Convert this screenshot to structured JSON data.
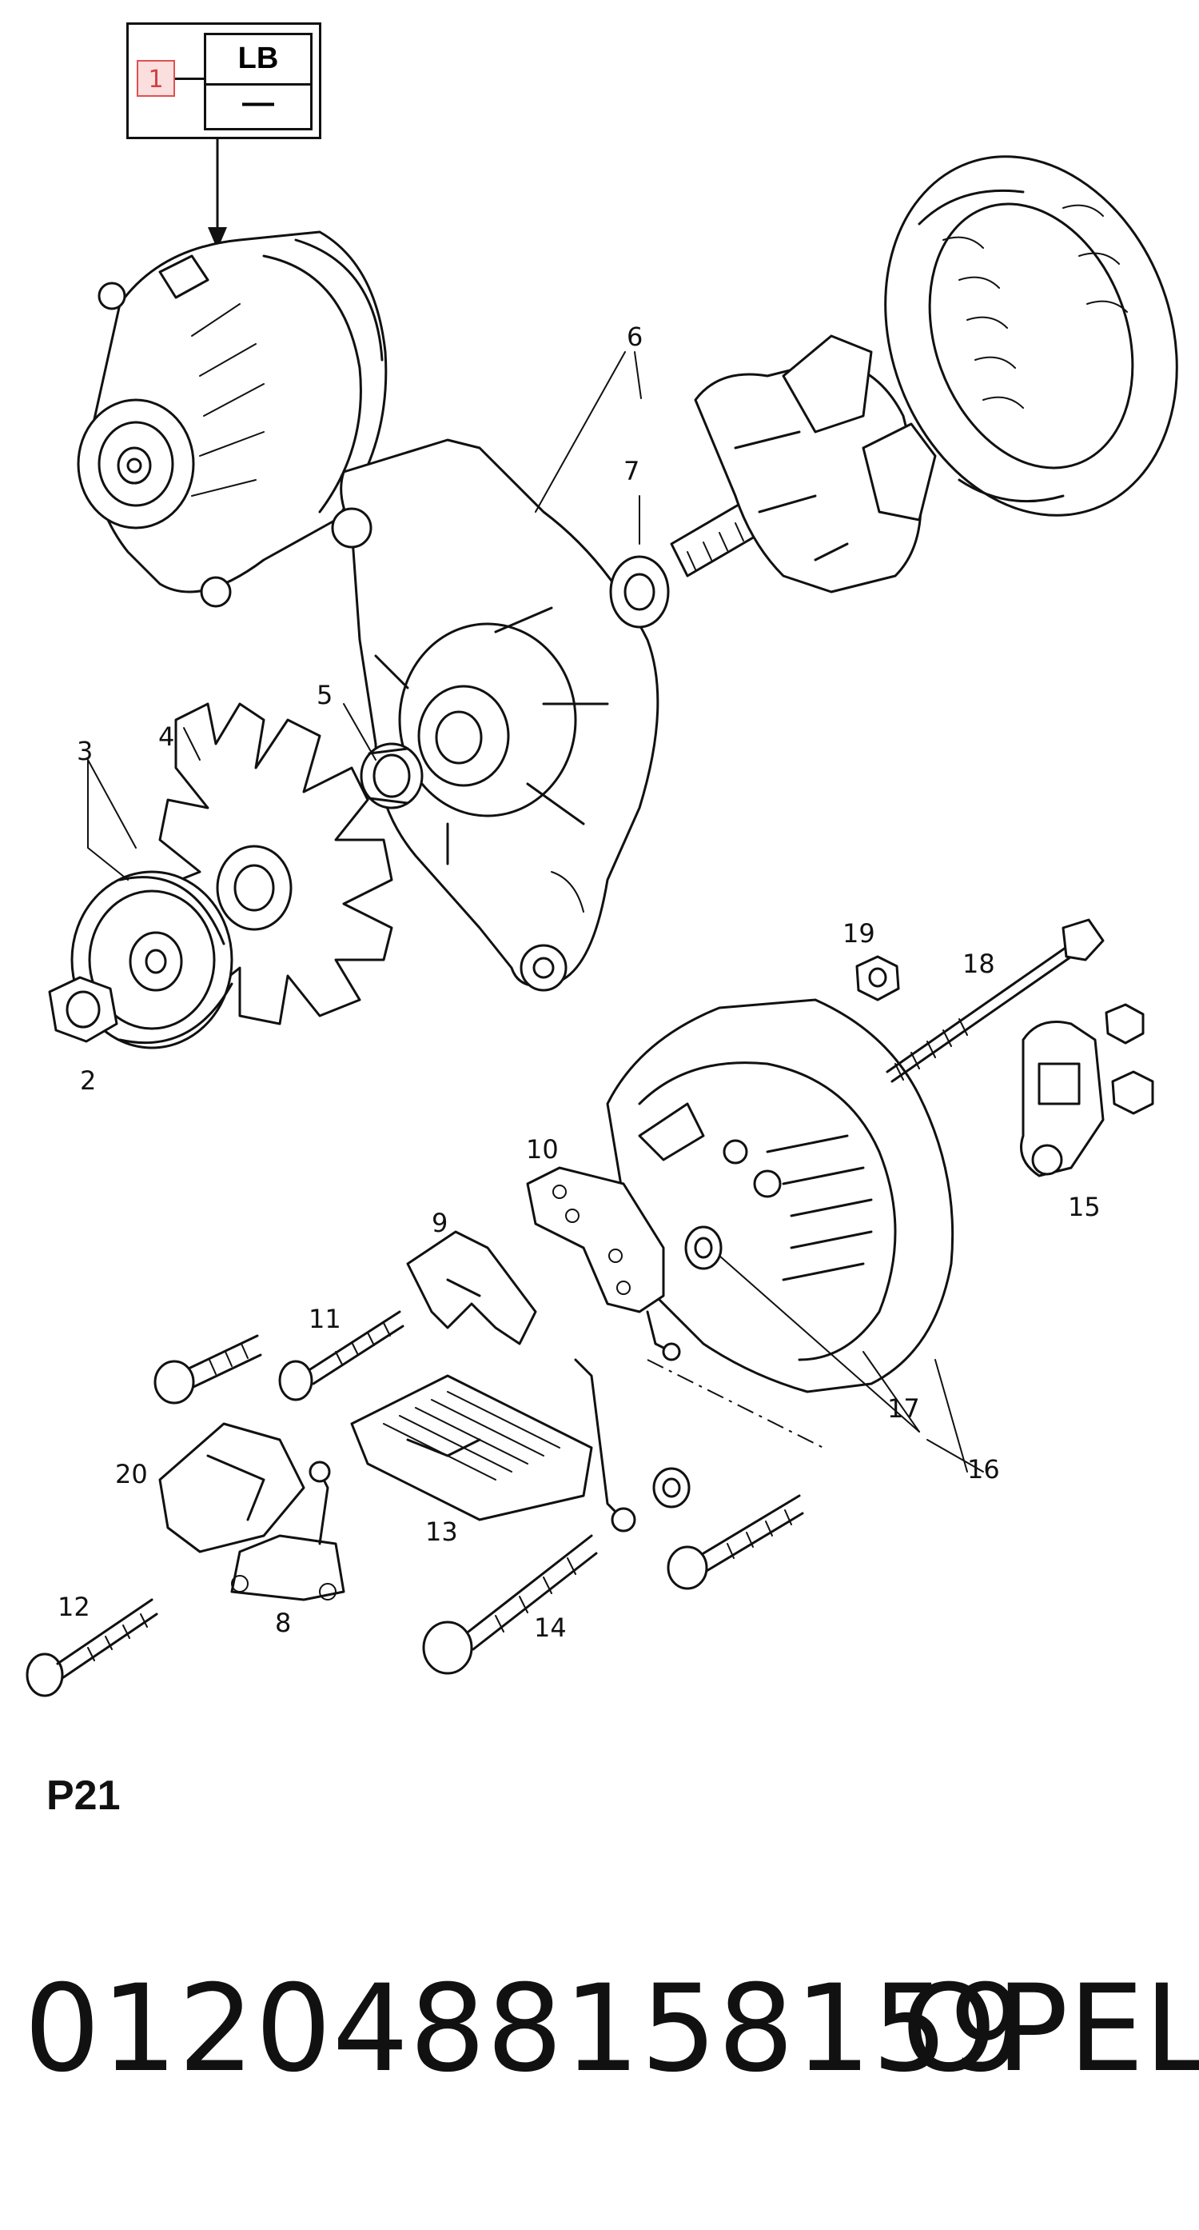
{
  "header_box": {
    "callout": "1",
    "top_code": "LB",
    "bottom_code": "—"
  },
  "part_labels": [
    "2",
    "3",
    "4",
    "5",
    "6",
    "7",
    "8",
    "9",
    "10",
    "11",
    "12",
    "13",
    "14",
    "15",
    "16",
    "17",
    "18",
    "19",
    "20"
  ],
  "page_code": "P21",
  "part_number": "0120488158159",
  "brand": "OPEL"
}
